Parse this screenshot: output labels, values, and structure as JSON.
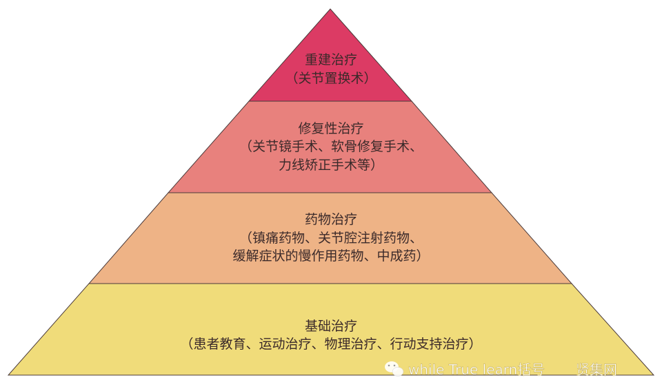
{
  "layers": [
    {
      "title": "重建治疗",
      "lines": [
        "（关节置换术）"
      ],
      "color": "#dc3b64"
    },
    {
      "title": "修复性治疗",
      "lines": [
        "（关节镜手术、软骨修复手术、",
        "力线矫正手术等）"
      ],
      "color": "#e8817d"
    },
    {
      "title": "药物治疗",
      "lines": [
        "（镇痛药物、关节腔注射药物、",
        "缓解症状的慢作用药物、中成药）"
      ],
      "color": "#eeb386"
    },
    {
      "title": "基础治疗",
      "lines": [
        "（患者教育、运动治疗、物理治疗、行动支持治疗）"
      ],
      "color": "#f0dc7a"
    }
  ],
  "watermark": {
    "line1": "while True learn括号",
    "line2": "贤集网",
    "icon": "wechat-icon"
  }
}
